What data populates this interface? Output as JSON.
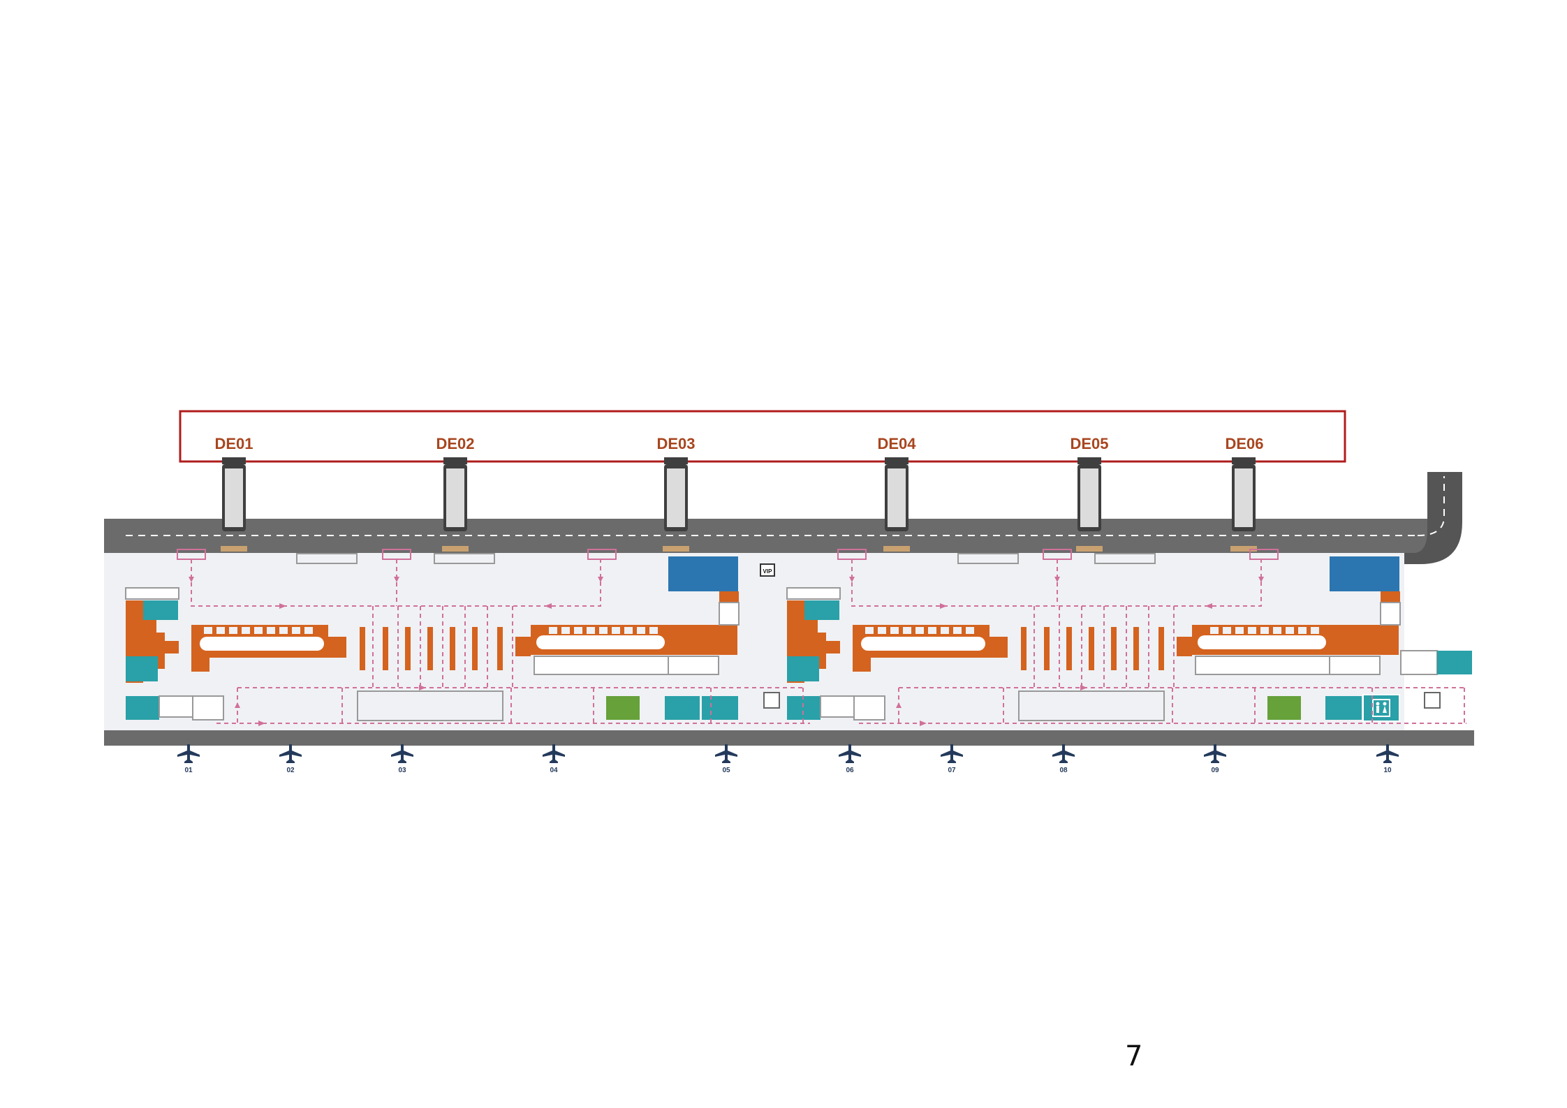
{
  "colors": {
    "apron": "#6b6b6b",
    "apron_dark": "#555555",
    "terminal_floor": "#f0f1f4",
    "gate_label": "#a8461f",
    "highlight_box": "#b01c1c",
    "bridge_body": "#dcdcdc",
    "bridge_cap": "#3f3f3f",
    "bridge_tip": "#c9a170",
    "retail_orange": "#d4631f",
    "facility_teal": "#2aa0a8",
    "facility_blue": "#2b76b0",
    "facility_green": "#66a13a",
    "flow_pink": "#d0709a",
    "stand_icon": "#243a5c"
  },
  "gates": [
    {
      "label": "DE01"
    },
    {
      "label": "DE02"
    },
    {
      "label": "DE03"
    },
    {
      "label": "DE04"
    },
    {
      "label": "DE05"
    },
    {
      "label": "DE06"
    }
  ],
  "stands": [
    {
      "label": "01"
    },
    {
      "label": "02"
    },
    {
      "label": "03"
    },
    {
      "label": "04"
    },
    {
      "label": "05"
    },
    {
      "label": "06"
    },
    {
      "label": "07"
    },
    {
      "label": "08"
    },
    {
      "label": "09"
    },
    {
      "label": "10"
    }
  ],
  "vip_sign": "VIP",
  "icons": {
    "jet_bridge": "jet-bridge-icon",
    "stand": "airplane-icon",
    "restroom": "restroom-icon"
  },
  "page_number": "7"
}
